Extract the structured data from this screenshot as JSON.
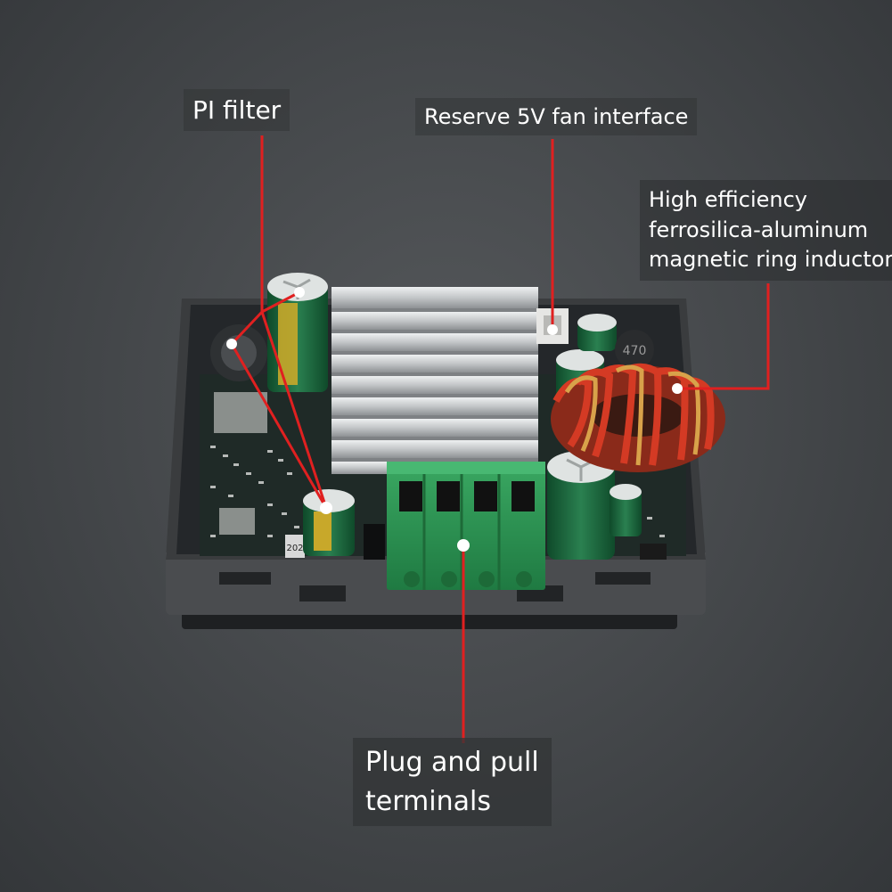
{
  "callouts": {
    "pi_filter": "PI filter",
    "fan_interface": "Reserve 5V fan interface",
    "inductor_line1": "High efficiency",
    "inductor_line2": "ferrosilica-aluminum",
    "inductor_line3": "magnetic ring inductor",
    "terminals_line1": "Plug and pull",
    "terminals_line2": "terminals"
  },
  "component_markings": {
    "resistor_code": "202",
    "inductor_code": "470"
  },
  "colors": {
    "callout_line": "#e02020",
    "pcb": "#1f2a27",
    "heatsink": "#c9cbcd",
    "terminal_block": "#2f9a56",
    "capacitor": "#1f6e43",
    "inductor_copper": "#b03020"
  }
}
